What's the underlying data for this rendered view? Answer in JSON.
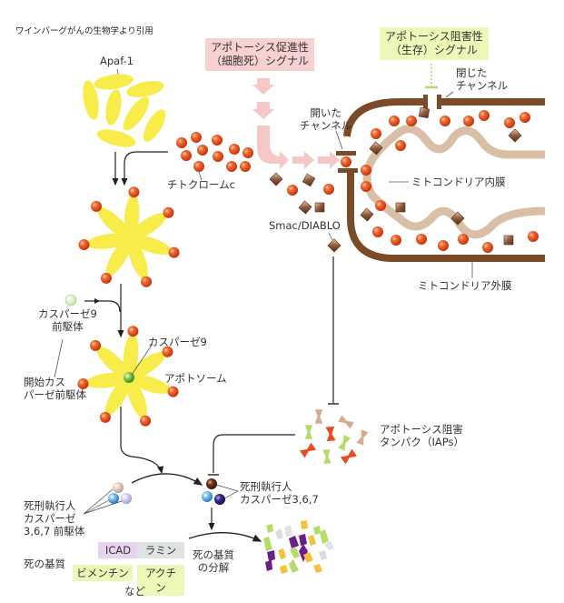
{
  "source_note": "ワインバーグがんの生物学より引用",
  "signals": {
    "pro_apoptotic": [
      "アポトーシス促進性",
      "（細胞死）シグナル"
    ],
    "anti_apoptotic": [
      "アポトーシス阻害性",
      "（生存）シグナル"
    ]
  },
  "labels": {
    "apaf1": "Apaf-1",
    "cytochrome_c": "チトクロームc",
    "opened_channel": [
      "開いた",
      "チャンネル"
    ],
    "closed_channel": [
      "閉じた",
      "チャンネル"
    ],
    "inner_membrane": "ミトコンドリア内膜",
    "outer_membrane": "ミトコンドリア外膜",
    "smac": "Smac/DIABLO",
    "caspase9_precursor": [
      "カスパーゼ9",
      "前駆体"
    ],
    "initiator_precursor": [
      "開始カス",
      "パーゼ前駆体"
    ],
    "caspase9": "カスパーゼ9",
    "apoptosome": "アポトソーム",
    "iaps": [
      "アポトーシス阻害",
      "タンパク（IAPs）"
    ],
    "executioner_precursor": [
      "死刑執行人",
      "カスパーゼ",
      "3,6,7 前駆体"
    ],
    "executioner": [
      "死刑執行人",
      "カスパーゼ3,6,7"
    ],
    "death_substrates": "死の基質",
    "substrate_degradation": [
      "死の基質",
      "の分解"
    ],
    "etc": "など"
  },
  "substrates": [
    {
      "name": "ICAD",
      "color": "#e8d3ee"
    },
    {
      "name": "ラミン",
      "color": "#dfe3e3"
    },
    {
      "name": "ビメンチン",
      "color": "#eef7b8"
    },
    {
      "name": "アクチン",
      "color": "#eef7b8"
    }
  ],
  "colors": {
    "apaf": "#f8ec4a",
    "cytc": "#ef5a24",
    "membrane_outer": "#7b4a26",
    "membrane_inner": "#d9bfa6",
    "smac": "#8b5a3c",
    "pro_arrow": "#f5c8c6",
    "anti_inhibit": "#b5d86a",
    "iap_red": "#ec4a22",
    "iap_green": "#b5dc6a",
    "iap_tan": "#d6ac8e"
  }
}
